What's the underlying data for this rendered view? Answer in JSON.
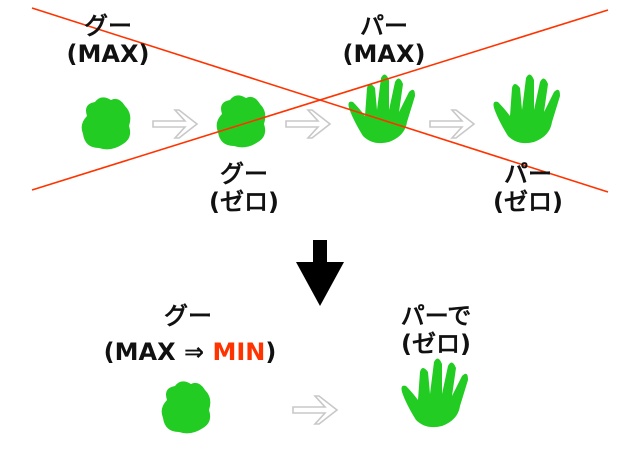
{
  "colors": {
    "hand": "#22cc22",
    "hand_dark": "#11aa11",
    "cross": "#ff3300",
    "arrow": "#cccccc",
    "down_arrow": "#000000",
    "min_text": "#ff3300"
  },
  "top_row": {
    "rock_max": {
      "name": "グー",
      "qualifier": "(MAX)"
    },
    "paper_max": {
      "name": "パー",
      "qualifier": "(MAX)"
    },
    "rock_zero": {
      "name": "グー",
      "qualifier": "(ゼロ)"
    },
    "paper_zero": {
      "name": "パー",
      "qualifier": "(ゼロ)"
    }
  },
  "bottom_row": {
    "rock": {
      "name": "グー",
      "open_paren": "(",
      "max": "MAX",
      "arrow": "⇒",
      "min": "MIN",
      "close_paren": ")"
    },
    "paper": {
      "name": "パーで",
      "qualifier": "(ゼロ)"
    }
  },
  "icons": {
    "rock": "fist-icon",
    "paper": "open-hand-icon",
    "step_arrow": "right-arrow-outline-icon",
    "result_arrow": "down-arrow-icon",
    "cross": "x-cross-icon"
  }
}
